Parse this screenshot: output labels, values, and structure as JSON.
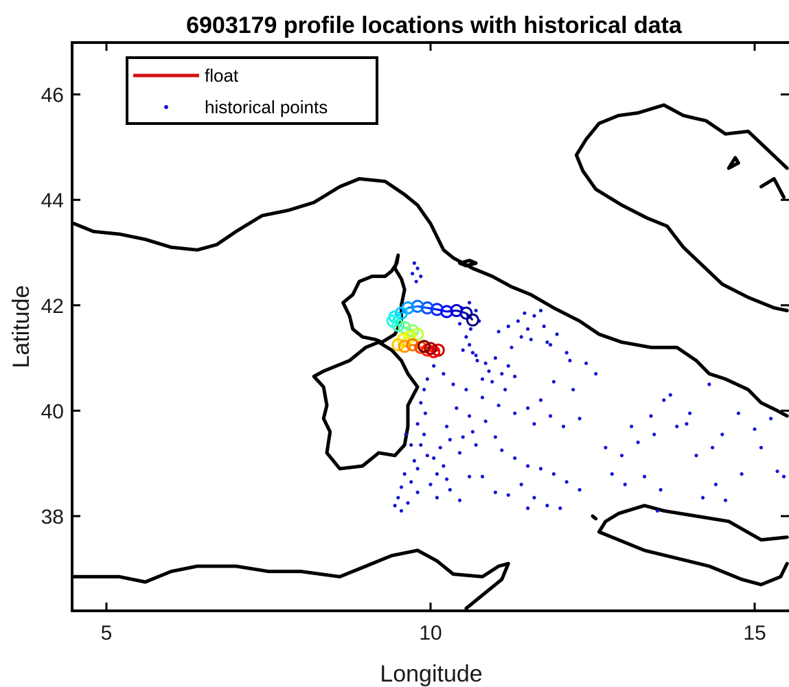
{
  "title": "6903179 profile locations with historical data",
  "colors": {
    "float": "#d01010",
    "historical": "#1414d4",
    "coast": "#000000"
  },
  "chart_data": {
    "type": "scatter",
    "title": "6903179 profile locations with historical data",
    "xlabel": "Longitude",
    "ylabel": "Latitude",
    "xlim": [
      4.5,
      15.5
    ],
    "ylim": [
      36.2,
      46.9
    ],
    "xticks": [
      5,
      10,
      15
    ],
    "yticks": [
      38,
      40,
      42,
      44,
      46
    ],
    "grid": false,
    "legend": {
      "position": "top-left",
      "entries": [
        {
          "label": "float",
          "marker": "line",
          "color": "#d01010"
        },
        {
          "label": "historical points",
          "marker": "dot",
          "color": "#1414d4"
        }
      ]
    },
    "series": [
      {
        "name": "float",
        "marker": "o",
        "colormap": "jet",
        "points": [
          [
            10.65,
            41.72
          ],
          [
            10.55,
            41.85
          ],
          [
            10.4,
            41.9
          ],
          [
            10.25,
            41.88
          ],
          [
            10.1,
            41.92
          ],
          [
            9.95,
            41.95
          ],
          [
            9.8,
            41.98
          ],
          [
            9.65,
            41.95
          ],
          [
            9.55,
            41.85
          ],
          [
            9.45,
            41.78
          ],
          [
            9.42,
            41.7
          ],
          [
            9.5,
            41.62
          ],
          [
            9.6,
            41.58
          ],
          [
            9.72,
            41.52
          ],
          [
            9.8,
            41.45
          ],
          [
            9.68,
            41.4
          ],
          [
            9.58,
            41.35
          ],
          [
            9.5,
            41.25
          ],
          [
            9.6,
            41.22
          ],
          [
            9.72,
            41.25
          ],
          [
            9.85,
            41.2
          ],
          [
            9.95,
            41.15
          ],
          [
            10.05,
            41.12
          ],
          [
            10.12,
            41.15
          ],
          [
            10.0,
            41.18
          ],
          [
            9.9,
            41.22
          ]
        ]
      },
      {
        "name": "historical points",
        "marker": ".",
        "points": [
          [
            9.75,
            42.8
          ],
          [
            9.8,
            42.7
          ],
          [
            9.72,
            42.6
          ],
          [
            9.85,
            42.55
          ],
          [
            9.78,
            42.45
          ],
          [
            10.6,
            42.05
          ],
          [
            10.7,
            41.9
          ],
          [
            10.75,
            41.7
          ],
          [
            10.62,
            41.55
          ],
          [
            10.55,
            41.4
          ],
          [
            10.6,
            41.25
          ],
          [
            10.5,
            41.15
          ],
          [
            10.65,
            41.1
          ],
          [
            10.72,
            40.95
          ],
          [
            10.85,
            40.9
          ],
          [
            11.0,
            41.0
          ],
          [
            10.9,
            40.75
          ],
          [
            11.1,
            40.7
          ],
          [
            11.2,
            40.85
          ],
          [
            10.8,
            40.6
          ],
          [
            10.95,
            40.55
          ],
          [
            11.3,
            40.65
          ],
          [
            11.25,
            41.2
          ],
          [
            11.4,
            41.4
          ],
          [
            11.5,
            41.55
          ],
          [
            11.35,
            41.7
          ],
          [
            11.6,
            41.8
          ],
          [
            11.75,
            41.6
          ],
          [
            11.55,
            41.35
          ],
          [
            11.8,
            41.3
          ],
          [
            11.05,
            41.5
          ],
          [
            11.2,
            41.6
          ],
          [
            11.45,
            41.85
          ],
          [
            11.7,
            41.9
          ],
          [
            11.95,
            41.45
          ],
          [
            12.1,
            41.1
          ],
          [
            12.4,
            40.9
          ],
          [
            11.9,
            40.55
          ],
          [
            12.2,
            40.4
          ],
          [
            11.7,
            40.2
          ],
          [
            11.5,
            40.05
          ],
          [
            11.85,
            39.9
          ],
          [
            12.05,
            39.7
          ],
          [
            12.3,
            39.85
          ],
          [
            11.6,
            39.75
          ],
          [
            11.3,
            39.95
          ],
          [
            11.05,
            40.1
          ],
          [
            10.8,
            40.25
          ],
          [
            10.55,
            40.4
          ],
          [
            10.35,
            40.5
          ],
          [
            10.2,
            40.7
          ],
          [
            10.05,
            40.85
          ],
          [
            9.95,
            40.6
          ],
          [
            9.9,
            40.4
          ],
          [
            9.85,
            40.15
          ],
          [
            9.92,
            39.95
          ],
          [
            9.8,
            39.75
          ],
          [
            9.9,
            39.55
          ],
          [
            9.85,
            39.35
          ],
          [
            9.95,
            39.15
          ],
          [
            9.75,
            39.05
          ],
          [
            9.8,
            38.9
          ],
          [
            9.6,
            38.8
          ],
          [
            9.7,
            38.65
          ],
          [
            9.55,
            38.55
          ],
          [
            9.5,
            38.35
          ],
          [
            9.45,
            38.2
          ],
          [
            9.55,
            38.1
          ],
          [
            9.65,
            38.25
          ],
          [
            9.8,
            38.45
          ],
          [
            10.0,
            38.6
          ],
          [
            10.1,
            38.8
          ],
          [
            10.2,
            38.95
          ],
          [
            10.25,
            38.7
          ],
          [
            10.3,
            38.5
          ],
          [
            10.1,
            38.35
          ],
          [
            10.05,
            39.1
          ],
          [
            10.15,
            39.3
          ],
          [
            10.3,
            39.45
          ],
          [
            10.5,
            39.5
          ],
          [
            10.7,
            39.35
          ],
          [
            10.65,
            39.6
          ],
          [
            10.85,
            39.8
          ],
          [
            11.0,
            39.5
          ],
          [
            11.1,
            39.25
          ],
          [
            11.3,
            39.1
          ],
          [
            11.5,
            38.95
          ],
          [
            11.7,
            38.9
          ],
          [
            11.9,
            38.8
          ],
          [
            12.1,
            38.65
          ],
          [
            12.3,
            38.5
          ],
          [
            11.4,
            38.6
          ],
          [
            11.2,
            38.4
          ],
          [
            11.6,
            38.35
          ],
          [
            11.8,
            38.2
          ],
          [
            12.0,
            38.15
          ],
          [
            11.5,
            38.15
          ],
          [
            11.0,
            38.45
          ],
          [
            10.8,
            38.75
          ],
          [
            10.6,
            38.75
          ],
          [
            10.45,
            38.3
          ],
          [
            12.7,
            39.3
          ],
          [
            12.95,
            39.15
          ],
          [
            13.2,
            39.4
          ],
          [
            13.1,
            39.7
          ],
          [
            13.4,
            39.9
          ],
          [
            13.6,
            40.2
          ],
          [
            13.7,
            40.3
          ],
          [
            13.45,
            39.55
          ],
          [
            13.8,
            39.7
          ],
          [
            14.0,
            39.95
          ],
          [
            13.95,
            39.75
          ],
          [
            14.1,
            39.15
          ],
          [
            14.35,
            39.3
          ],
          [
            14.3,
            40.5
          ],
          [
            14.5,
            39.55
          ],
          [
            14.75,
            39.95
          ],
          [
            14.8,
            38.8
          ],
          [
            15.0,
            39.65
          ],
          [
            15.25,
            39.85
          ],
          [
            15.1,
            39.3
          ],
          [
            14.4,
            38.6
          ],
          [
            14.2,
            38.35
          ],
          [
            13.55,
            38.5
          ],
          [
            13.3,
            38.75
          ],
          [
            13.0,
            38.6
          ],
          [
            12.8,
            38.8
          ],
          [
            13.5,
            38.1
          ],
          [
            14.55,
            38.3
          ],
          [
            15.35,
            38.85
          ],
          [
            15.45,
            38.75
          ],
          [
            10.7,
            41.05
          ],
          [
            10.45,
            41.65
          ],
          [
            10.58,
            41.8
          ],
          [
            10.48,
            41.95
          ],
          [
            11.85,
            41.25
          ],
          [
            12.15,
            40.95
          ],
          [
            12.55,
            40.7
          ],
          [
            11.15,
            40.4
          ],
          [
            10.4,
            40.05
          ],
          [
            10.6,
            39.9
          ],
          [
            10.25,
            39.7
          ],
          [
            10.45,
            39.2
          ],
          [
            9.7,
            39.35
          ],
          [
            9.62,
            39.55
          ]
        ]
      }
    ],
    "coastlines": [
      [
        [
          4.5,
          43.55
        ],
        [
          4.8,
          43.4
        ],
        [
          5.2,
          43.35
        ],
        [
          5.6,
          43.25
        ],
        [
          6.0,
          43.1
        ],
        [
          6.4,
          43.05
        ],
        [
          6.7,
          43.15
        ],
        [
          7.0,
          43.4
        ],
        [
          7.4,
          43.7
        ],
        [
          7.8,
          43.8
        ],
        [
          8.2,
          43.95
        ],
        [
          8.6,
          44.25
        ],
        [
          8.9,
          44.4
        ],
        [
          9.3,
          44.35
        ],
        [
          9.6,
          44.1
        ],
        [
          9.8,
          43.9
        ],
        [
          10.0,
          43.55
        ],
        [
          10.2,
          43.05
        ],
        [
          10.35,
          42.9
        ],
        [
          10.65,
          42.7
        ],
        [
          10.95,
          42.55
        ],
        [
          11.25,
          42.35
        ],
        [
          11.55,
          42.2
        ],
        [
          11.9,
          41.95
        ],
        [
          12.3,
          41.7
        ],
        [
          12.6,
          41.45
        ],
        [
          12.95,
          41.3
        ],
        [
          13.4,
          41.2
        ],
        [
          13.8,
          41.2
        ],
        [
          14.1,
          40.95
        ],
        [
          14.3,
          40.7
        ],
        [
          14.55,
          40.6
        ],
        [
          14.9,
          40.4
        ],
        [
          15.1,
          40.15
        ],
        [
          15.35,
          40.0
        ],
        [
          15.5,
          39.9
        ]
      ],
      [
        [
          9.5,
          42.95
        ],
        [
          9.48,
          42.8
        ],
        [
          9.4,
          42.65
        ],
        [
          9.3,
          42.55
        ],
        [
          9.1,
          42.55
        ],
        [
          8.9,
          42.45
        ],
        [
          8.8,
          42.2
        ],
        [
          8.65,
          42.05
        ],
        [
          8.75,
          41.8
        ],
        [
          8.8,
          41.55
        ],
        [
          8.95,
          41.4
        ],
        [
          9.15,
          41.35
        ],
        [
          9.25,
          41.3
        ],
        [
          9.45,
          41.45
        ],
        [
          9.55,
          41.7
        ],
        [
          9.55,
          42.0
        ],
        [
          9.6,
          42.3
        ],
        [
          9.55,
          42.5
        ],
        [
          9.45,
          42.7
        ],
        [
          9.5,
          42.95
        ]
      ],
      [
        [
          9.2,
          41.3
        ],
        [
          9.0,
          41.2
        ],
        [
          8.75,
          40.95
        ],
        [
          8.55,
          40.85
        ],
        [
          8.35,
          40.75
        ],
        [
          8.2,
          40.65
        ],
        [
          8.35,
          40.45
        ],
        [
          8.4,
          40.1
        ],
        [
          8.35,
          39.85
        ],
        [
          8.45,
          39.6
        ],
        [
          8.4,
          39.2
        ],
        [
          8.6,
          38.9
        ],
        [
          8.95,
          38.95
        ],
        [
          9.2,
          39.2
        ],
        [
          9.45,
          39.15
        ],
        [
          9.6,
          39.35
        ],
        [
          9.65,
          39.7
        ],
        [
          9.65,
          40.1
        ],
        [
          9.8,
          40.45
        ],
        [
          9.65,
          40.7
        ],
        [
          9.55,
          40.95
        ],
        [
          9.4,
          41.15
        ],
        [
          9.2,
          41.3
        ]
      ],
      [
        [
          10.55,
          42.75
        ],
        [
          10.45,
          42.8
        ],
        [
          10.6,
          42.85
        ],
        [
          10.7,
          42.8
        ],
        [
          10.55,
          42.75
        ]
      ],
      [
        [
          15.5,
          37.6
        ],
        [
          15.1,
          37.55
        ],
        [
          14.6,
          37.9
        ],
        [
          14.1,
          38.0
        ],
        [
          13.6,
          38.1
        ],
        [
          13.3,
          38.2
        ],
        [
          12.9,
          38.05
        ],
        [
          12.7,
          37.9
        ],
        [
          12.6,
          37.7
        ],
        [
          12.9,
          37.55
        ],
        [
          13.3,
          37.35
        ],
        [
          13.8,
          37.2
        ],
        [
          14.3,
          37.05
        ],
        [
          14.8,
          36.8
        ],
        [
          15.1,
          36.7
        ],
        [
          15.4,
          36.85
        ],
        [
          15.5,
          37.1
        ]
      ],
      [
        [
          12.5,
          38.0
        ],
        [
          12.55,
          37.95
        ]
      ],
      [
        [
          4.5,
          36.85
        ],
        [
          5.2,
          36.85
        ],
        [
          5.6,
          36.75
        ],
        [
          6.0,
          36.95
        ],
        [
          6.4,
          37.05
        ],
        [
          7.0,
          37.05
        ],
        [
          7.5,
          36.95
        ],
        [
          8.0,
          36.95
        ],
        [
          8.6,
          36.85
        ],
        [
          9.0,
          37.05
        ],
        [
          9.4,
          37.25
        ],
        [
          9.8,
          37.35
        ],
        [
          10.1,
          37.15
        ],
        [
          10.35,
          36.9
        ],
        [
          10.8,
          36.85
        ],
        [
          11.05,
          37.05
        ],
        [
          11.2,
          37.1
        ],
        [
          11.1,
          36.8
        ],
        [
          10.75,
          36.45
        ],
        [
          10.55,
          36.25
        ]
      ],
      [
        [
          15.5,
          44.6
        ],
        [
          15.2,
          44.95
        ],
        [
          14.9,
          45.3
        ],
        [
          14.55,
          45.25
        ],
        [
          14.25,
          45.5
        ],
        [
          13.9,
          45.6
        ],
        [
          13.6,
          45.8
        ],
        [
          13.2,
          45.65
        ],
        [
          12.9,
          45.6
        ],
        [
          12.6,
          45.45
        ],
        [
          12.4,
          45.15
        ],
        [
          12.25,
          44.85
        ],
        [
          12.35,
          44.55
        ],
        [
          12.55,
          44.2
        ],
        [
          12.95,
          43.9
        ],
        [
          13.35,
          43.65
        ],
        [
          13.65,
          43.5
        ],
        [
          13.9,
          43.1
        ],
        [
          14.2,
          42.75
        ],
        [
          14.5,
          42.4
        ],
        [
          14.9,
          42.15
        ],
        [
          15.3,
          41.95
        ],
        [
          15.5,
          41.9
        ]
      ],
      [
        [
          14.7,
          44.8
        ],
        [
          14.6,
          44.6
        ],
        [
          14.75,
          44.7
        ],
        [
          14.7,
          44.8
        ]
      ],
      [
        [
          15.1,
          44.25
        ],
        [
          15.3,
          44.4
        ],
        [
          15.45,
          44.05
        ]
      ]
    ]
  }
}
